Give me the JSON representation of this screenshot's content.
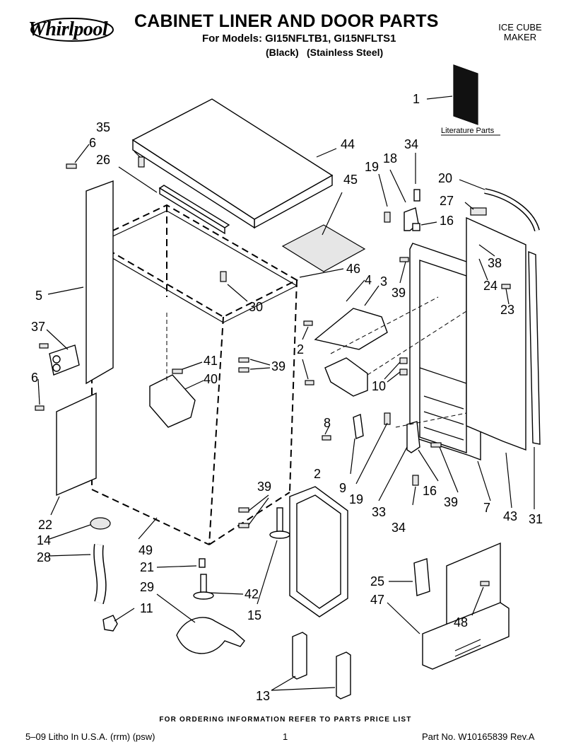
{
  "header": {
    "brand": "Whirlpool",
    "title": "CABINET LINER AND DOOR PARTS",
    "models_line": "For Models: GI15NFLTB1, GI15NFLTS1",
    "finish_black": "(Black)",
    "finish_stainless": "(Stainless Steel)",
    "product_line1": "ICE CUBE",
    "product_line2": "MAKER"
  },
  "diagram": {
    "literature_label": "Literature Parts",
    "callouts": [
      "1",
      "35",
      "6",
      "44",
      "26",
      "34",
      "19",
      "18",
      "20",
      "45",
      "27",
      "16",
      "5",
      "46",
      "30",
      "38",
      "4",
      "3",
      "39",
      "24",
      "23",
      "37",
      "2",
      "41",
      "39",
      "6",
      "40",
      "10",
      "8",
      "22",
      "14",
      "28",
      "39",
      "49",
      "21",
      "29",
      "11",
      "42",
      "15",
      "2",
      "9",
      "19",
      "33",
      "16",
      "39",
      "7",
      "43",
      "31",
      "34",
      "25",
      "47",
      "48",
      "13"
    ]
  },
  "footer": {
    "note": "FOR ORDERING INFORMATION REFER TO PARTS PRICE LIST",
    "left": "5–09 Litho In U.S.A. (rrm) (psw)",
    "page": "1",
    "part_no": "Part No. W10165839 Rev.A"
  }
}
